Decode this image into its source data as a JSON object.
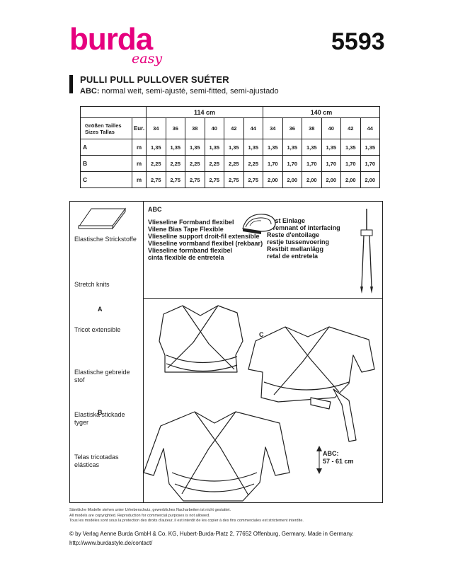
{
  "brand": {
    "name": "burda",
    "sub": "easy",
    "color": "#e6007e"
  },
  "pattern_number": "5593",
  "title": "PULLI  PULL  PULLOVER  SUÉTER",
  "subtitle_prefix": "ABC:",
  "subtitle": " normal weit, semi-ajusté, semi-fitted, semi-ajustado",
  "table": {
    "group_headers": [
      "114 cm",
      "140 cm"
    ],
    "size_label_1": "Größen  Tailles",
    "size_label_2": "Sizes   Tallas",
    "unit_header": "Eur.",
    "sizes": [
      "34",
      "36",
      "38",
      "40",
      "42",
      "44",
      "34",
      "36",
      "38",
      "40",
      "42",
      "44"
    ],
    "rows": [
      {
        "view": "A",
        "unit": "m",
        "values": [
          "1,35",
          "1,35",
          "1,35",
          "1,35",
          "1,35",
          "1,35",
          "1,35",
          "1,35",
          "1,35",
          "1,35",
          "1,35",
          "1,35"
        ]
      },
      {
        "view": "B",
        "unit": "m",
        "values": [
          "2,25",
          "2,25",
          "2,25",
          "2,25",
          "2,25",
          "2,25",
          "1,70",
          "1,70",
          "1,70",
          "1,70",
          "1,70",
          "1,70"
        ]
      },
      {
        "view": "C",
        "unit": "m",
        "values": [
          "2,75",
          "2,75",
          "2,75",
          "2,75",
          "2,75",
          "2,75",
          "2,00",
          "2,00",
          "2,00",
          "2,00",
          "2,00",
          "2,00"
        ]
      }
    ]
  },
  "fabrics": [
    "Elastische Strickstoffe",
    "Stretch knits",
    "Tricot extensible",
    "Elastische gebreide stof",
    "Elastiska stickade tyger",
    "Telas tricotadas elásticas"
  ],
  "notions": {
    "heading": "ABC",
    "tape": [
      "Vlieseline Formband flexibel",
      "Vilene Bias Tape Flexible",
      "Vlieseline support droit-fil extensible",
      "Vlieseline vormband flexibel (rekbaar)",
      "Vlieseline formband flexibel",
      "cinta flexible de entretela"
    ],
    "interfacing": [
      "Rest Einlage",
      "A remnant of interfacing",
      "Reste d'entoilage",
      "restje tussenvoering",
      "Restbit mellanlägg",
      "retal de entretela"
    ]
  },
  "views": {
    "a": "A",
    "b": "B",
    "c": "C"
  },
  "length": {
    "label": "ABC:",
    "value": "57 - 61 cm"
  },
  "legal": [
    "Sämtliche Modelle stehen unter Urheberschutz, gewerbliches Nacharbeiten ist nicht gestattet.",
    "All models are copyrighted. Reproduction for commercial purposes is not allowed.",
    "Tous les modèles sont sous la protection des droits d'auteur, il est interdit de les copier à des fins commerciales est strictement interdite."
  ],
  "copyright": "© by Verlag Aenne Burda GmbH & Co. KG, Hubert-Burda-Platz 2, 77652 Offenburg, Germany. Made in Germany.",
  "url": "http://www.burdastyle.de/contact/"
}
